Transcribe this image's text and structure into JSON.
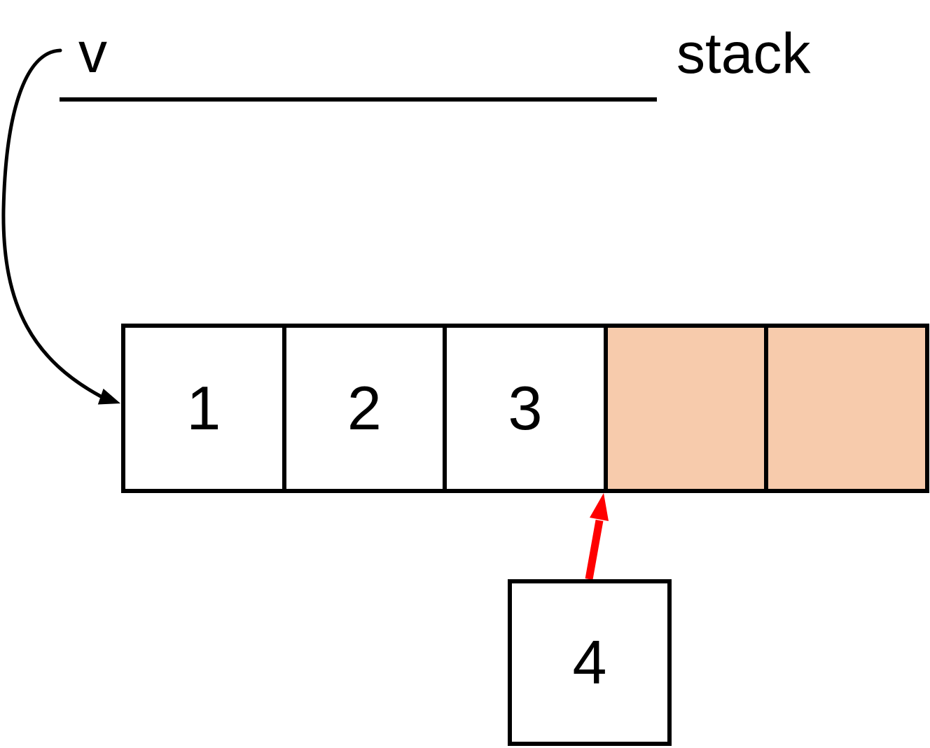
{
  "labels": {
    "pointer": "v",
    "structure": "stack"
  },
  "array": {
    "cells": [
      {
        "value": "1",
        "state": "occupied"
      },
      {
        "value": "2",
        "state": "occupied"
      },
      {
        "value": "3",
        "state": "occupied"
      },
      {
        "value": "",
        "state": "free"
      },
      {
        "value": "",
        "state": "free"
      }
    ]
  },
  "incoming": {
    "value": "4"
  },
  "colors": {
    "free_cell_fill": "#F7CBAC",
    "arrow_red": "#FF0000",
    "ink": "#000000"
  }
}
